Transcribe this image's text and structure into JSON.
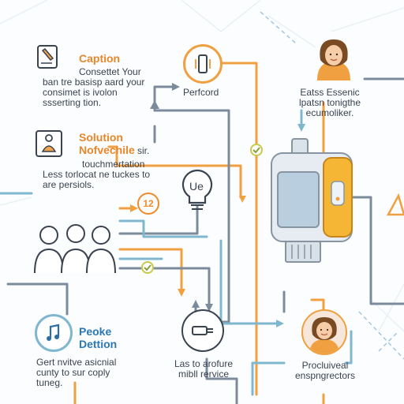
{
  "colors": {
    "orange": "#f0a040",
    "blue": "#7fb7cf",
    "slate": "#6a7a8c",
    "dark": "#3a4350"
  },
  "blocks": {
    "caption": {
      "title": "Caption",
      "lines": [
        "Consettet Your",
        "ban tre basisp aard your",
        "consimet is ivolon",
        "ssserting tion."
      ],
      "icon": "pen-tablet-icon"
    },
    "solution": {
      "title_line1": "Solution",
      "title_line2": "Nofvechile",
      "suffix": "sir.",
      "lines": [
        "touchmertation",
        "Less torlocat ne tuckes to",
        "are persiols."
      ],
      "icon": "person-device-icon"
    },
    "perfcord": {
      "label": "Perfcord",
      "icon": "phone-ring-icon"
    },
    "bulb": {
      "label": "Ue",
      "icon": "lightbulb-icon"
    },
    "badge": {
      "label": "12"
    },
    "team": {
      "icon": "people-group-icon"
    },
    "top_right": {
      "lines": [
        "Eatss Essenic",
        "lpatsn tonigthe",
        "ecumoliker."
      ],
      "icon": "woman-avatar-icon"
    },
    "device": {
      "icon": "machine-device-icon"
    },
    "perche": {
      "title_line1": "Peoke",
      "title_line2": "Dettion",
      "lines": [
        "Gert nvitve asicnial",
        "cunty to sur coply",
        "tuneg."
      ],
      "icon": "music-note-icon"
    },
    "bottom_center": {
      "lines": [
        "Las to arofure",
        "mibll rervice"
      ],
      "icon": "cable-connector-icon"
    },
    "bottom_right": {
      "lines": [
        "Procluiveal",
        "enspngrectors"
      ],
      "icon": "woman-avatar-icon"
    }
  }
}
